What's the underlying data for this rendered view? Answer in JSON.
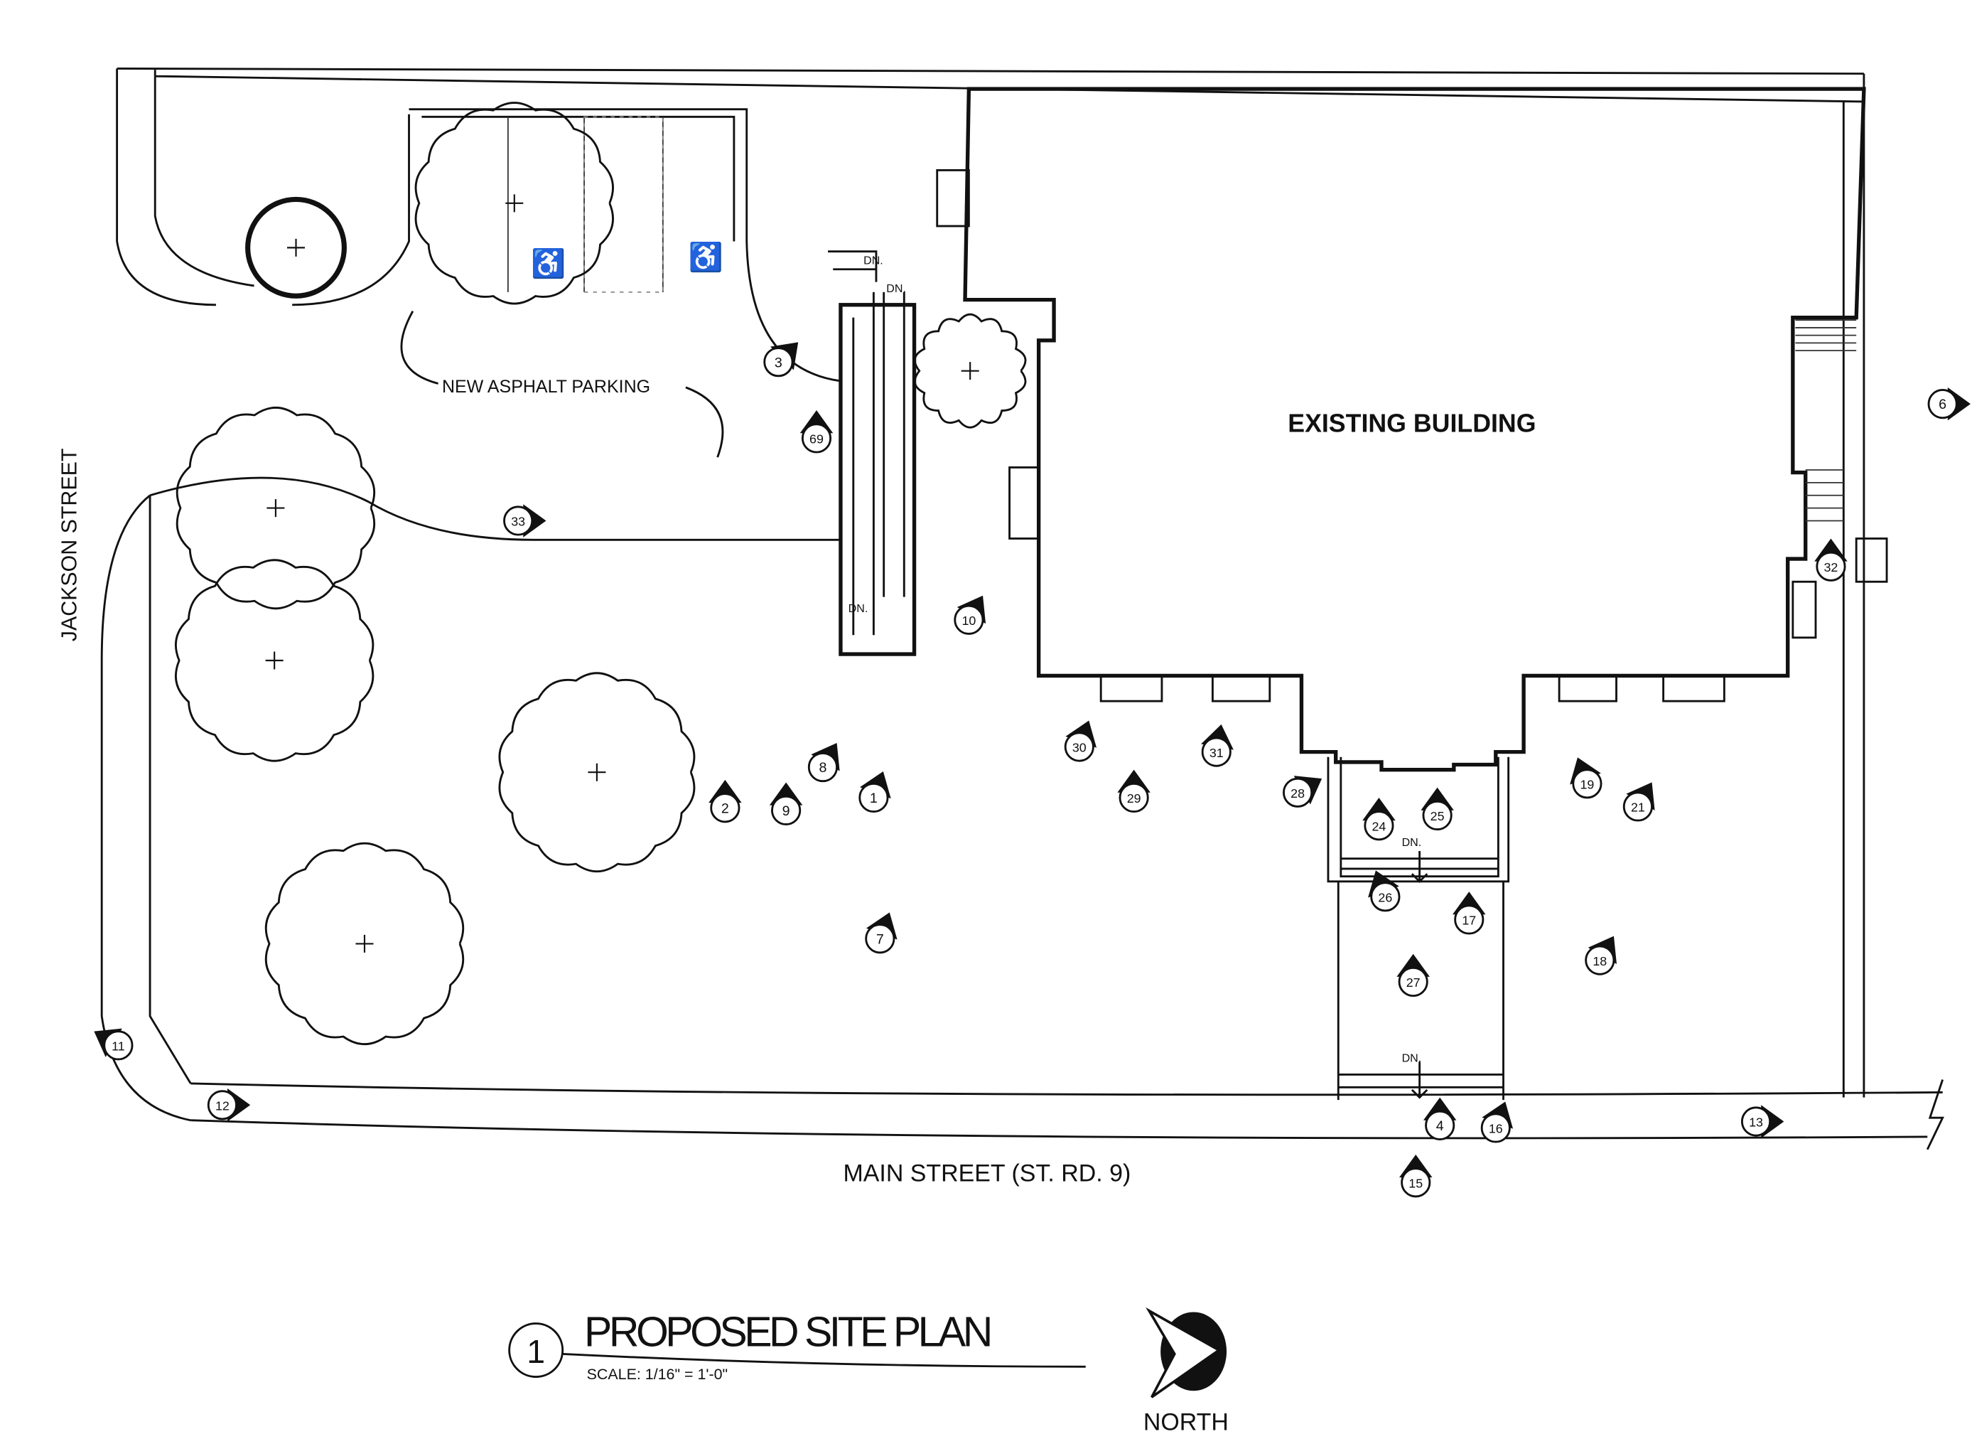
{
  "labels": {
    "building": "EXISTING BUILDING",
    "parking": "NEW ASPHALT PARKING",
    "jackson": "JACKSON STREET",
    "main": "MAIN STREET (ST. RD. 9)",
    "down": "DN."
  },
  "title_block": {
    "number": "1",
    "title": "PROPOSED SITE PLAN",
    "scale": "SCALE:  1/16\" = 1'-0\"",
    "north": "NORTH"
  },
  "markers": [
    "3",
    "69",
    "33",
    "10",
    "6",
    "32",
    "30",
    "31",
    "8",
    "2",
    "9",
    "1",
    "29",
    "28",
    "24",
    "25",
    "19",
    "21",
    "26",
    "17",
    "18",
    "27",
    "7",
    "11",
    "12",
    "13",
    "4",
    "16",
    "15"
  ]
}
